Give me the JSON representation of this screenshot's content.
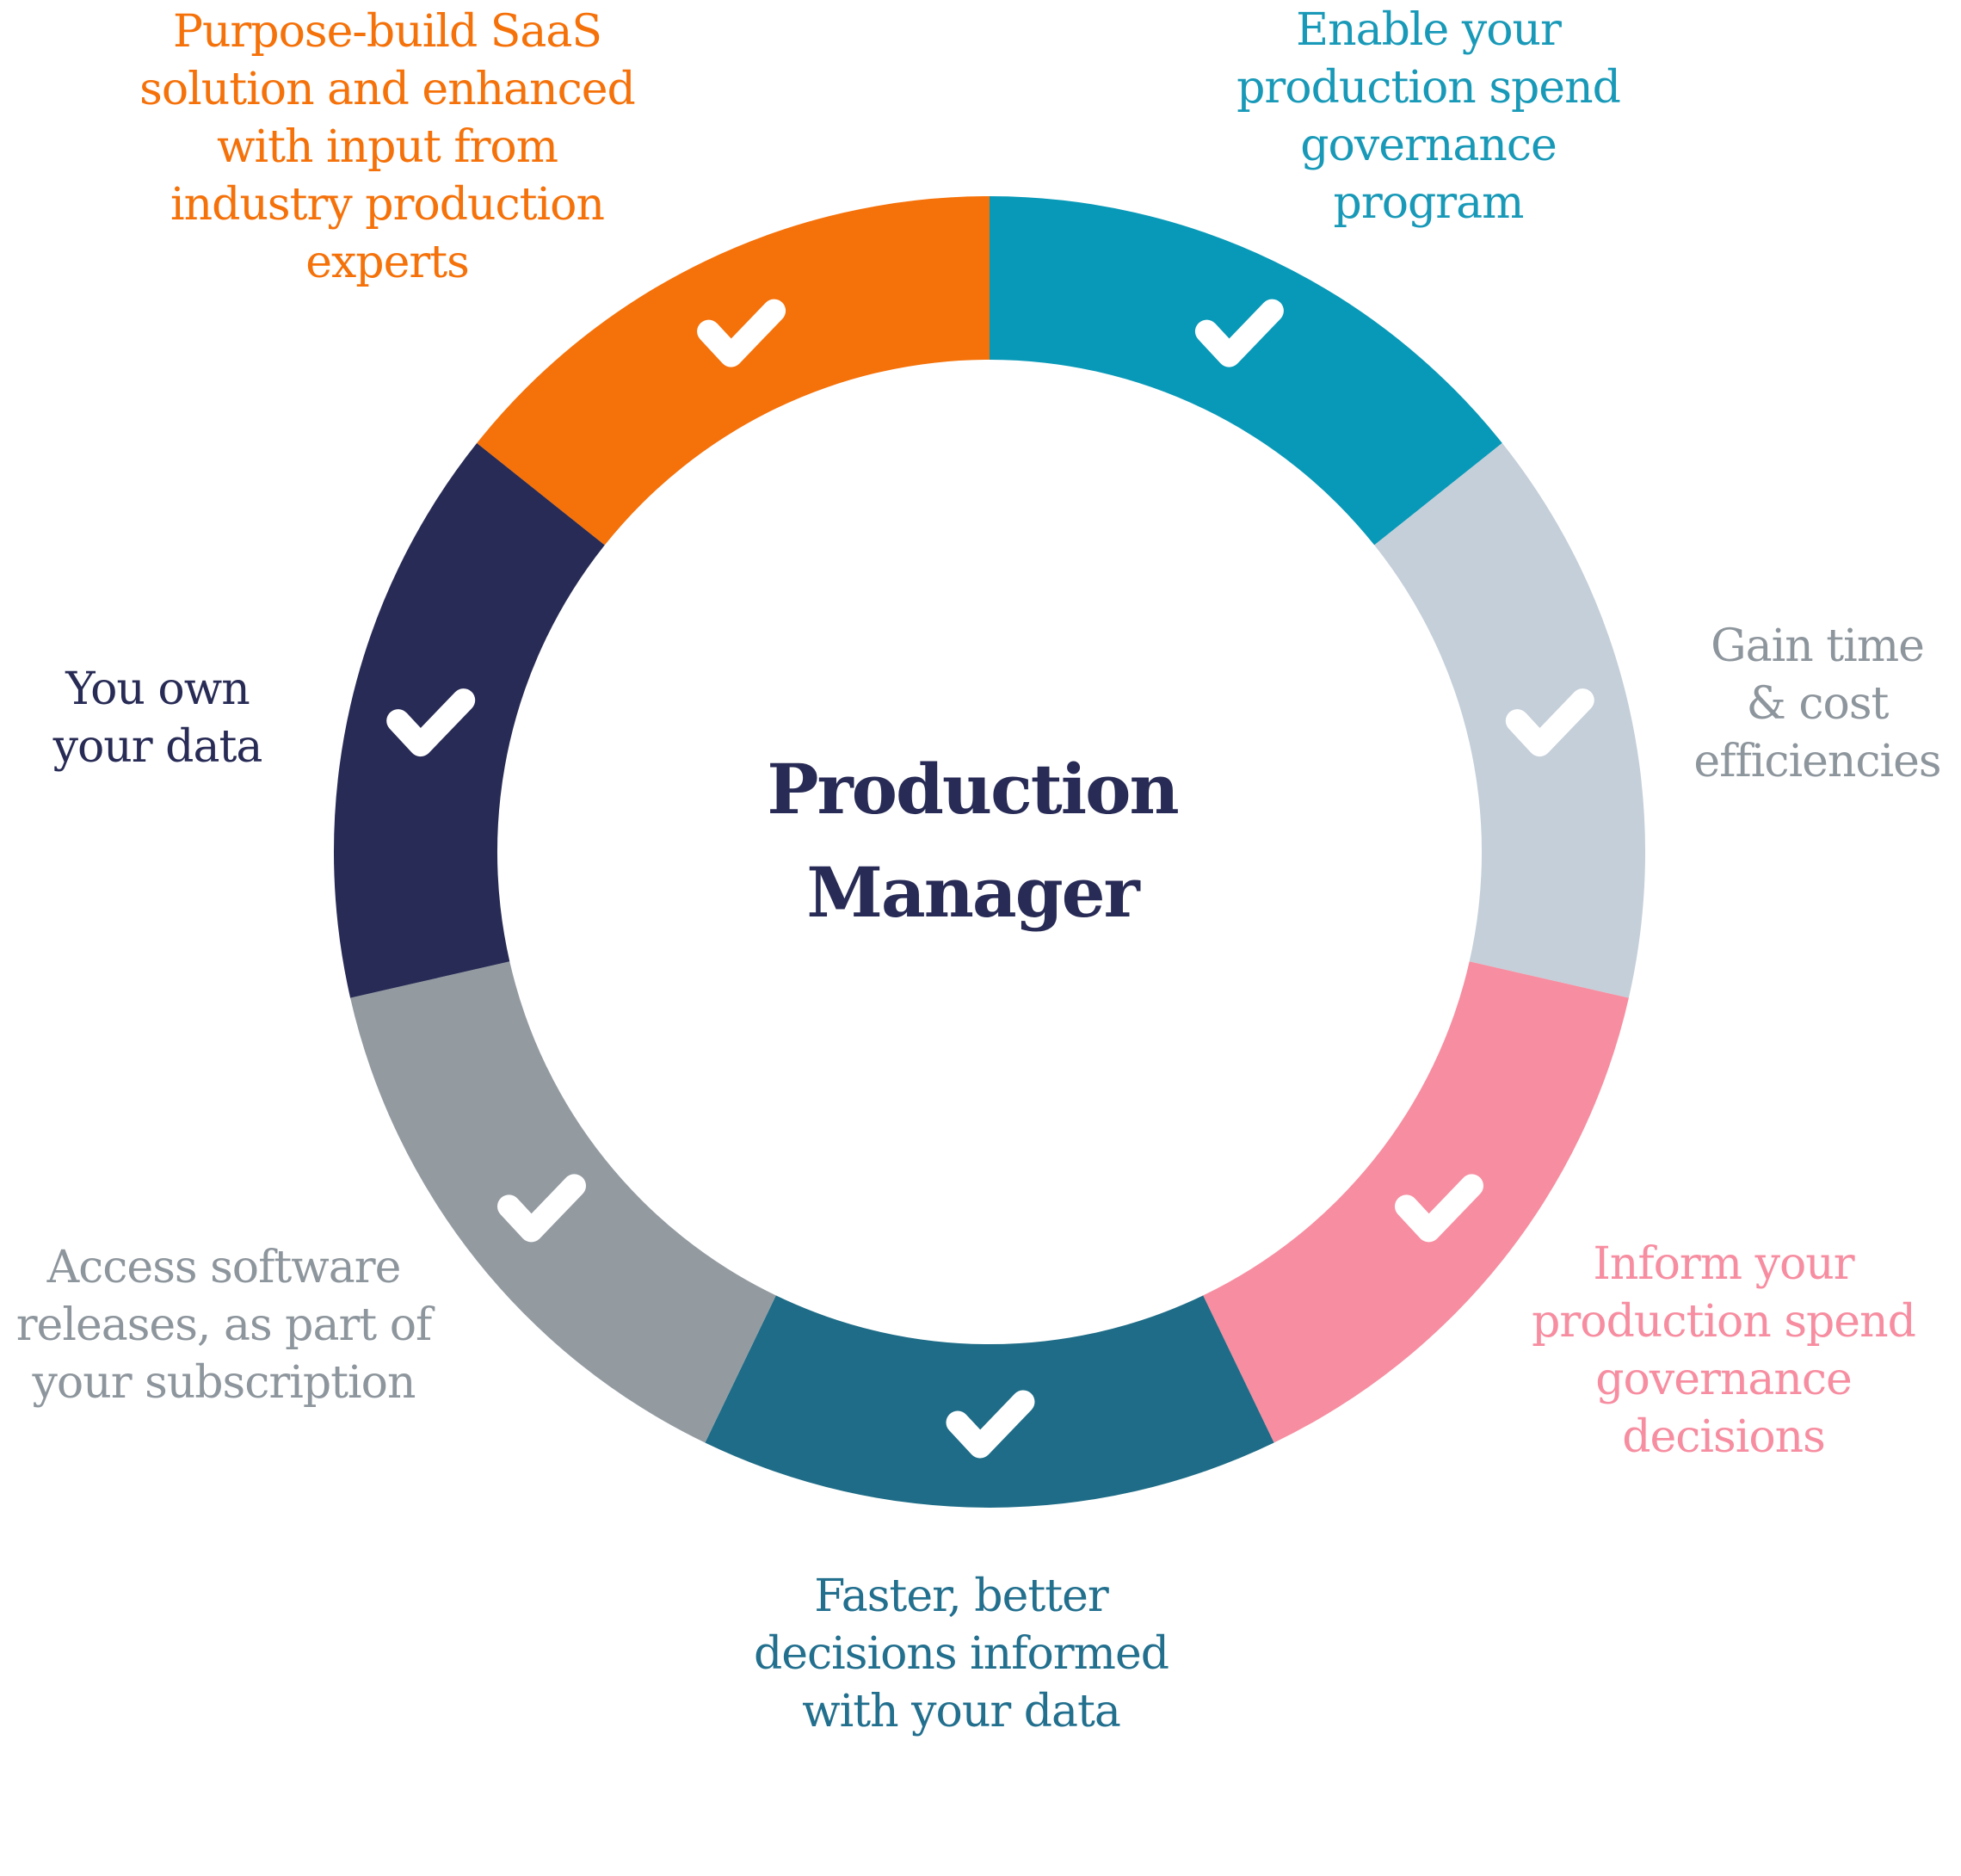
{
  "page": {
    "background_color": "#FFFFFF",
    "description": "Production Manager benefits ring diagram with seven checked segments"
  },
  "diagram": {
    "center_title": {
      "lines": [
        "Production",
        "Manager"
      ],
      "color": "#282B55"
    },
    "check_color": "#FFFFFF",
    "segments": [
      {
        "name": "enable-production-spend-governance",
        "color": "#0899B8"
      },
      {
        "name": "gain-time-cost-efficiencies",
        "color": "#C5CFD9"
      },
      {
        "name": "inform-governance-decisions",
        "color": "#F78DA0"
      },
      {
        "name": "faster-better-decisions",
        "color": "#1E6C87"
      },
      {
        "name": "access-software-releases",
        "color": "#939BA1"
      },
      {
        "name": "you-own-your-data",
        "color": "#282B55"
      },
      {
        "name": "purpose-built-saas",
        "color": "#F57109"
      }
    ]
  },
  "labels": {
    "purpose_built": {
      "color": "#F57109",
      "lines": [
        "Purpose-build SaaS",
        "solution and enhanced",
        "with input from",
        "industry production",
        "experts"
      ]
    },
    "enable": {
      "color": "#1899B8",
      "lines": [
        "Enable your",
        "production spend",
        "governance",
        "program"
      ]
    },
    "gain": {
      "color": "#8E969D",
      "lines": [
        "Gain time",
        "& cost",
        "efficiencies"
      ]
    },
    "inform": {
      "color": "#F78DA0",
      "lines": [
        "Inform your",
        "production spend",
        "governance",
        "decisions"
      ]
    },
    "faster": {
      "color": "#226F8E",
      "lines": [
        "Faster, better",
        "decisions informed",
        "with your data"
      ]
    },
    "access": {
      "color": "#8E969D",
      "lines": [
        "Access software",
        "releases, as part of",
        "your subscription"
      ]
    },
    "own": {
      "color": "#282B55",
      "lines": [
        "You own",
        "your data"
      ]
    }
  }
}
